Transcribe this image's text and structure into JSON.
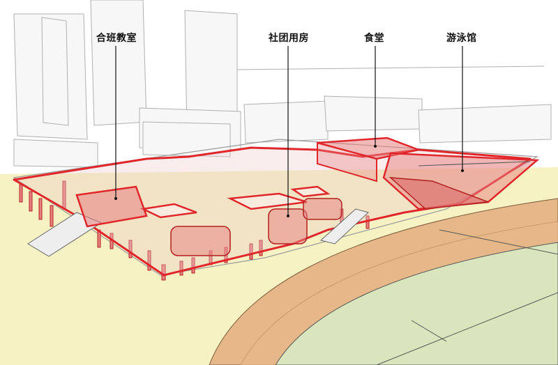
{
  "labels": [
    {
      "id": "classroom",
      "text": "合班教室"
    },
    {
      "id": "club",
      "text": "社团用房"
    },
    {
      "id": "canteen",
      "text": "食堂"
    },
    {
      "id": "pool",
      "text": "游泳馆"
    }
  ],
  "colors": {
    "accent_red": "#e0262b",
    "red_fill": "#e88080",
    "ground": "#f6f2c4",
    "track": "#e6b889",
    "field": "#d9e6bd",
    "building_line": "#9a9a9a"
  }
}
